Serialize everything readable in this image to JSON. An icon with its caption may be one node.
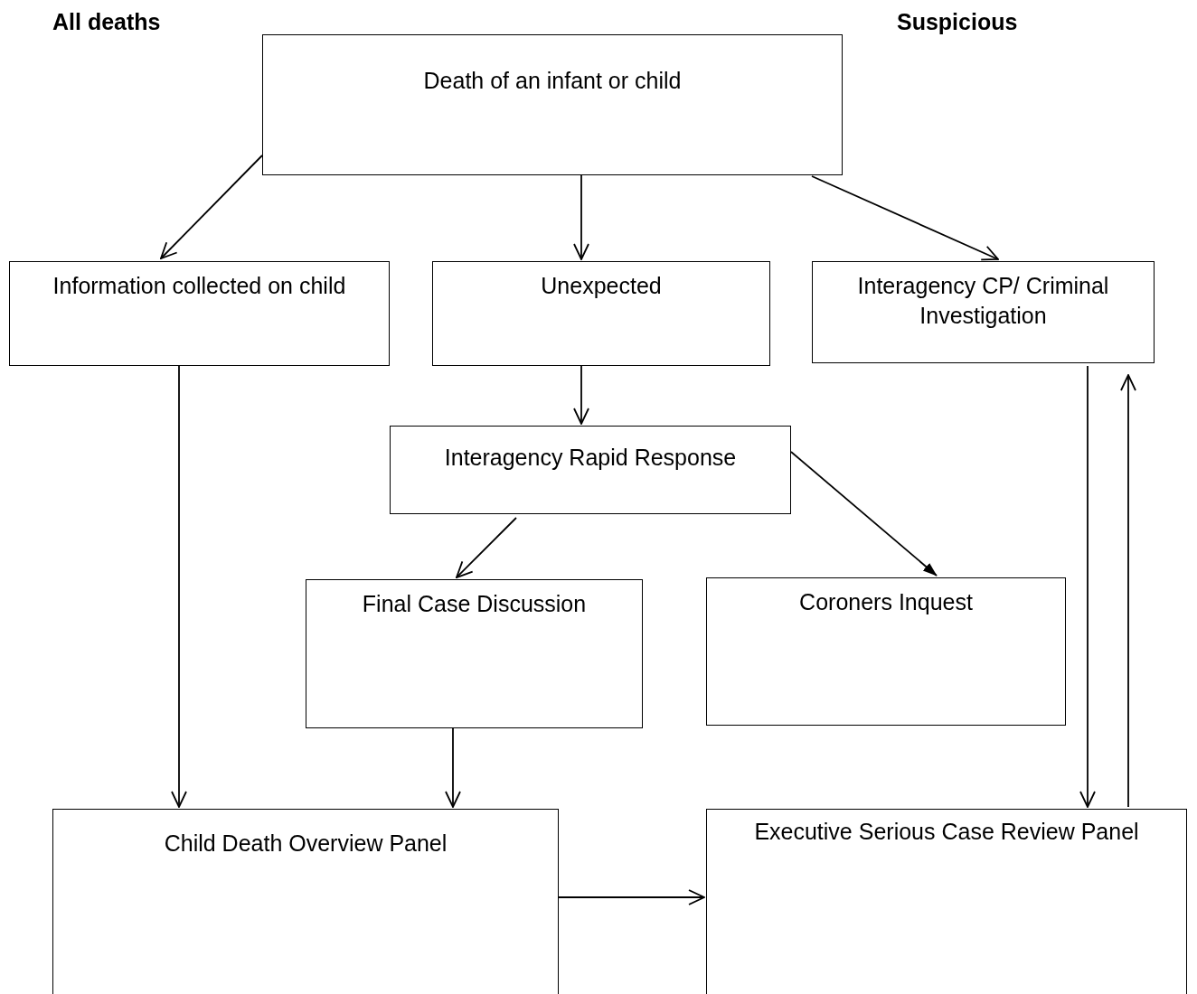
{
  "diagram": {
    "nodes": [
      {
        "text": [
          "Death of an infant or child"
        ]
      },
      {
        "text": [
          "Information collected on child"
        ]
      },
      {
        "text": [
          "Unexpected"
        ]
      },
      {
        "text": [
          "Interagency CP/ Criminal Investigation"
        ]
      },
      {
        "text": [
          "Interagency Rapid Response"
        ]
      },
      {
        "text": [
          "Final Case Discussion"
        ]
      },
      {
        "text": [
          "Coroners Inquest"
        ]
      },
      {
        "text": [
          "Child Death Overview Panel"
        ]
      },
      {
        "text": [
          "Executive Serious Case Review Panel"
        ]
      }
    ],
    "edges": [
      {
        "from": 0,
        "to": 1,
        "arrow": "to"
      },
      {
        "from": 0,
        "to": 2,
        "arrow": "to"
      },
      {
        "from": 0,
        "to": 3,
        "arrow": "to"
      },
      {
        "from": 1,
        "to": 7,
        "arrow": "to"
      },
      {
        "from": 2,
        "to": 4,
        "arrow": "to"
      },
      {
        "from": 4,
        "to": 5,
        "arrow": "to"
      },
      {
        "from": 4,
        "to": 6,
        "arrow": "to"
      },
      {
        "from": 5,
        "to": 7,
        "arrow": "to"
      },
      {
        "from": 3,
        "to": 8,
        "arrow": "to"
      },
      {
        "from": 8,
        "to": 3,
        "arrow": "to"
      },
      {
        "from": 7,
        "to": 8,
        "arrow": "to"
      }
    ],
    "labels": [
      "All deaths",
      "Suspicious"
    ]
  }
}
